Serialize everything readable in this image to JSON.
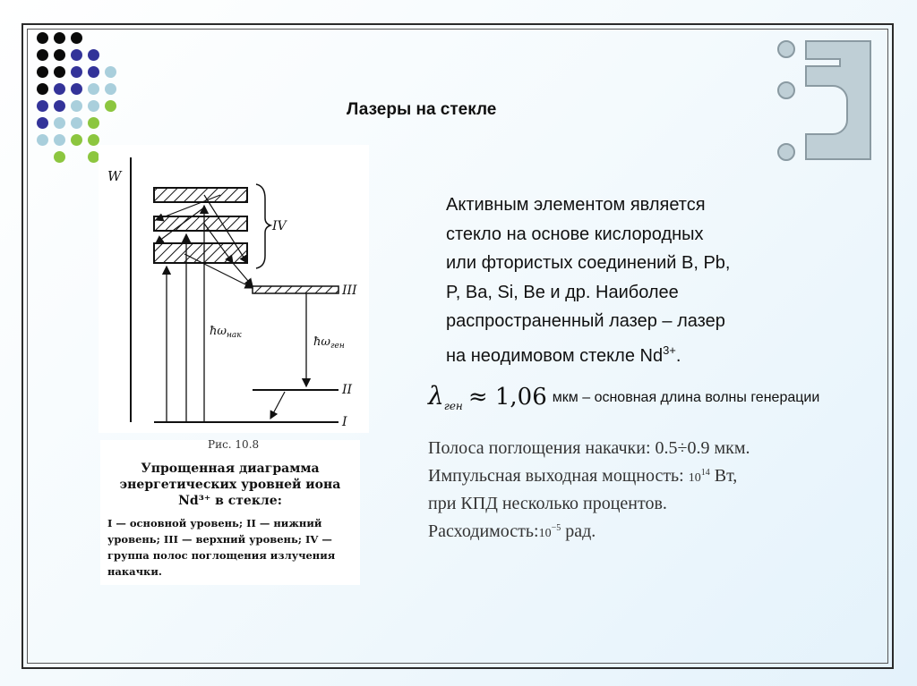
{
  "slide": {
    "title": "Лазеры на стекле"
  },
  "colors": {
    "dot_black": "#0a0a0a",
    "dot_navy": "#333399",
    "dot_lightblue": "#a9cfdc",
    "dot_green": "#8cc63f",
    "logo_fill": "#bfcfd6",
    "logo_stroke": "#8a9aa2"
  },
  "diagram": {
    "w_label": "W",
    "level_labels": [
      "IV",
      "III",
      "II",
      "I"
    ],
    "pump_label": "ħω",
    "pump_sub": "нак",
    "gen_label": "ħω",
    "gen_sub": "ген"
  },
  "caption": {
    "cut_text": "Рис. 10.8",
    "heading_lines": [
      "Упрощенная диаграмма",
      "энергетических уровней иона",
      "Nd³⁺ в стекле:"
    ],
    "body_lines": [
      "I — основной уровень; II — нижний",
      "уровень; III — верхний уровень; IV —",
      "группа полос поглощения излучения",
      "накачки."
    ]
  },
  "text": {
    "para_lines": [
      "Активным элементом является",
      "стекло на основе кислородных",
      "или фтористых соединений B, Pb,",
      "P, Ba, Si, Be  и др. Наиболее",
      "распространенный лазер –  лазер",
      "на неодимовом стекле Nd"
    ],
    "para_sup": "3+",
    "para_end": ".",
    "lambda_symbol": "λ",
    "lambda_sub": "ген",
    "lambda_value": "≈ 1,06",
    "lambda_desc": "мкм – основная длина волны генерации",
    "spec1": "Полоса поглощения накачки: 0.5÷0.9 мкм.",
    "spec2_a": "Импульсная выходная мощность: ",
    "spec2_base": "10",
    "spec2_exp": "14",
    "spec2_b": " Вт,",
    "spec3": "при КПД несколько процентов.",
    "spec4_a": "Расходимость:",
    "spec4_base": "10",
    "spec4_exp": "−5",
    "spec4_b": " рад."
  }
}
